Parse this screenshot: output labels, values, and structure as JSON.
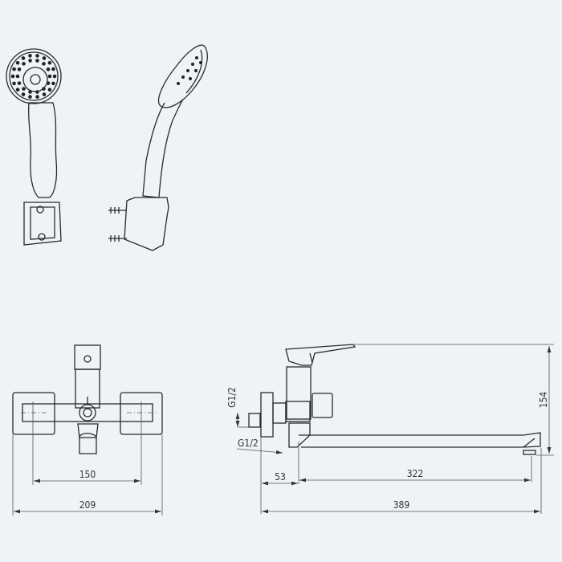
{
  "dimensions": {
    "front_inner_width": "150",
    "front_outer_width": "209",
    "side_offset": "53",
    "spout_reach": "322",
    "total_length": "389",
    "height": "154",
    "thread_top": "G1/2",
    "thread_bottom": "G1/2"
  },
  "colors": {
    "background": "#eef3f8",
    "line": "#2a2a2a"
  }
}
